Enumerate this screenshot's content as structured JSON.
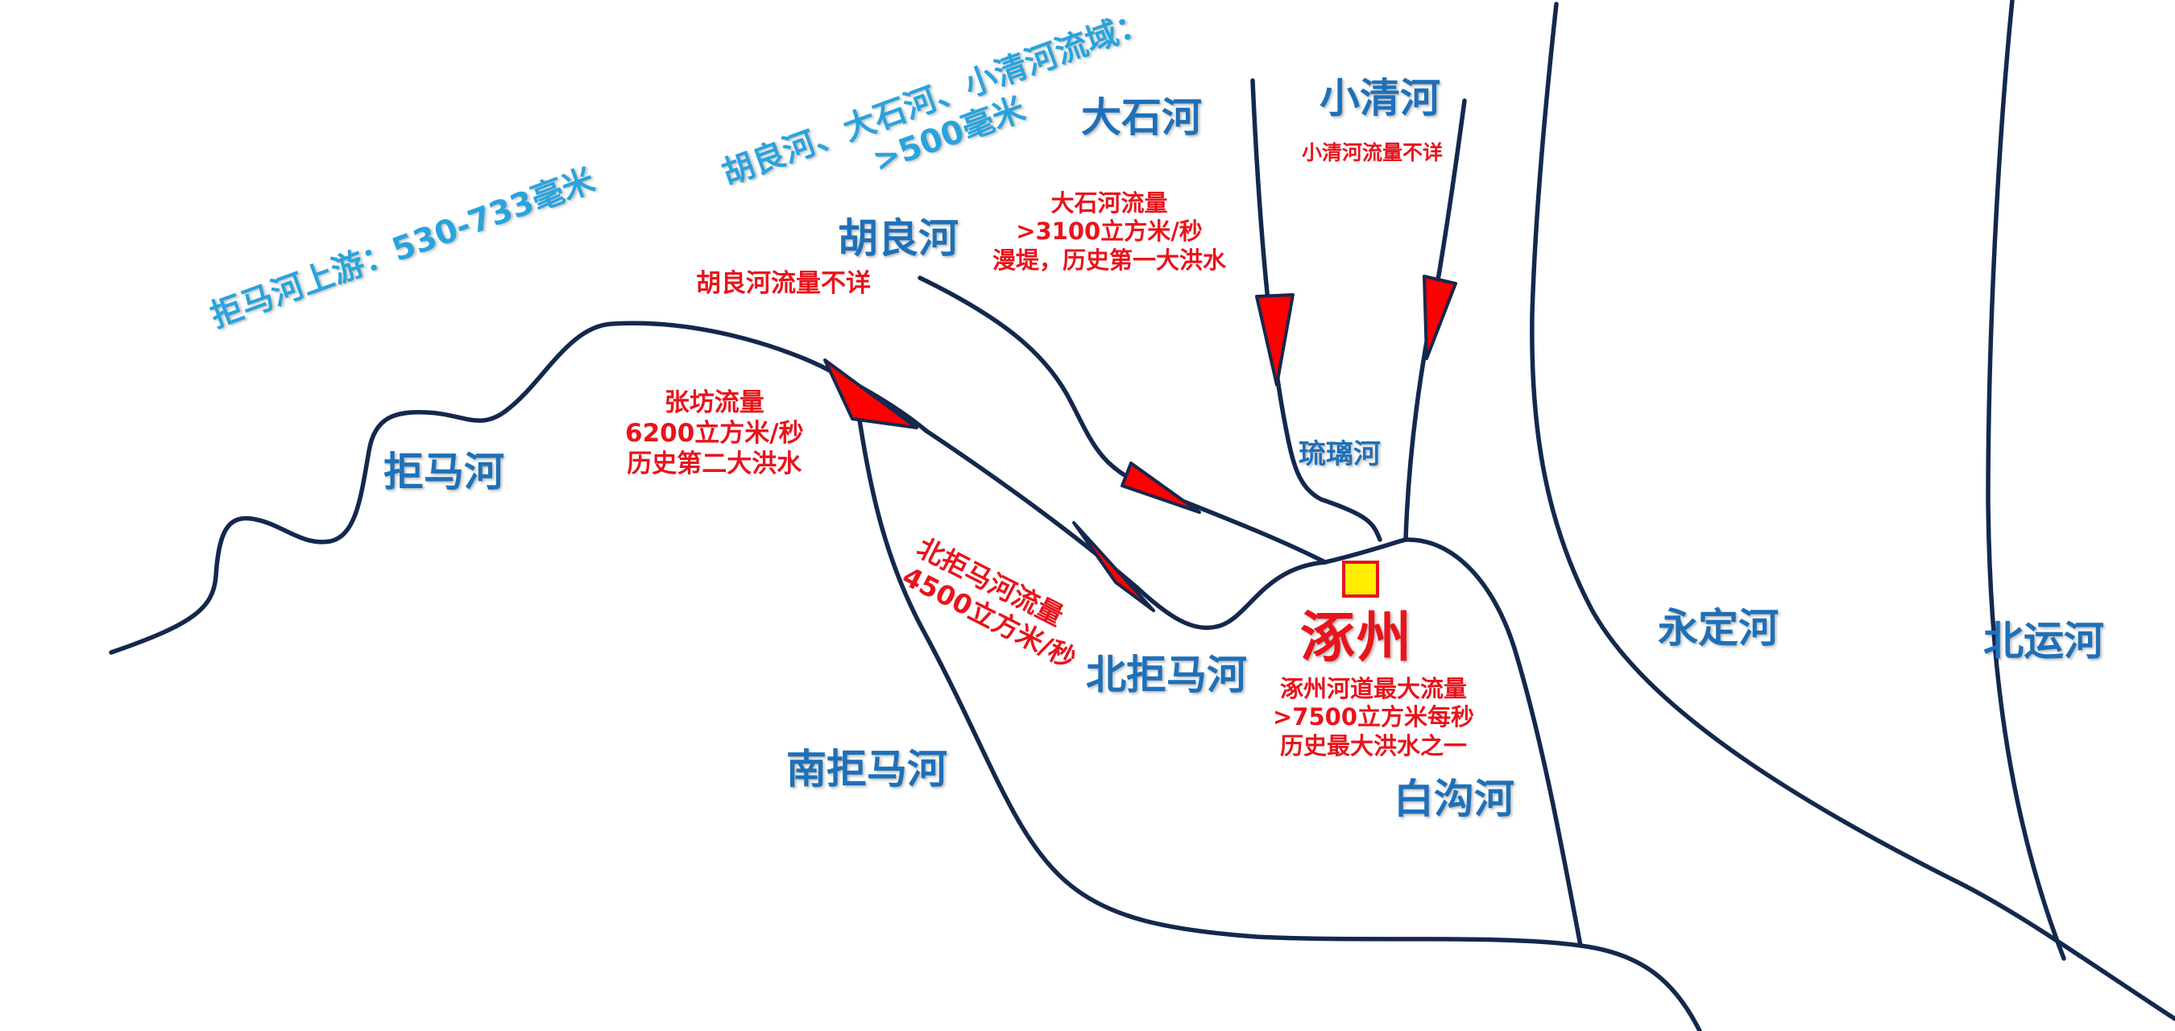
{
  "map": {
    "rivers": {
      "jumahe": "拒马河",
      "hulianghe": "胡良河",
      "dashihe": "大石河",
      "xiaoqinghe": "小清河",
      "liulihe": "琉璃河",
      "beijumahe": "北拒马河",
      "nanjumahe": "南拒马河",
      "baigouhe": "白沟河",
      "yongdinghe": "永定河",
      "beiyunhe": "北运河"
    },
    "rainfall": {
      "jumahe_upstream": "拒马河上游：530-733毫米",
      "tributaries_line1": "胡良河、大石河、小清河流域：",
      "tributaries_line2": ">500毫米"
    },
    "flows": {
      "zhangfang": [
        "张坊流量",
        "6200立方米/秒",
        "历史第二大洪水"
      ],
      "dashihe": [
        "大石河流量",
        ">3100立方米/秒",
        "漫堤，历史第一大洪水"
      ],
      "beijumahe": [
        "北拒马河流量",
        "4500立方米/秒"
      ],
      "hulianghe": "胡良河流量不详",
      "xiaoqinghe": "小清河流量不详",
      "zhuozhou": [
        "涿州河道最大流量",
        ">7500立方米每秒",
        "历史最大洪水之一"
      ]
    },
    "city": {
      "name": "涿州",
      "marker_fill": "#ffee00",
      "marker_stroke": "#e8141c"
    },
    "colors": {
      "river_line": "#14284e",
      "river_label": "#1e70b8",
      "rain_label": "#29a3de",
      "flow_label": "#e8141c",
      "arrow_fill": "#ff0000"
    }
  }
}
